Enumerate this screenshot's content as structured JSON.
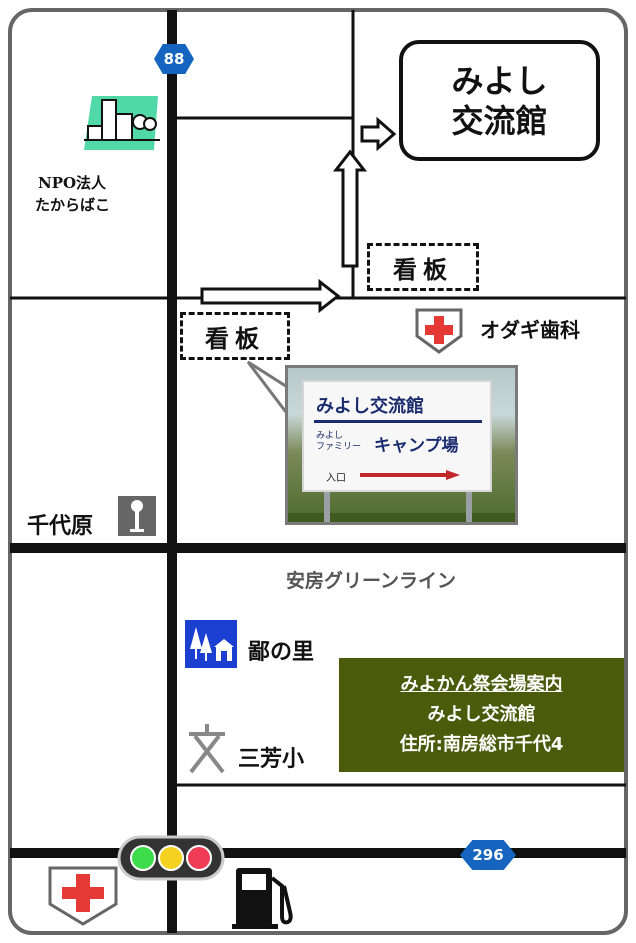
{
  "destination": {
    "line1": "みよし",
    "line2": "交流館"
  },
  "route_shields": {
    "north": "88",
    "south": "296"
  },
  "labels": {
    "npo_line1": "NPO法人",
    "npo_line2": "たからばこ",
    "dentist": "オダギ歯科",
    "chiyohara": "千代原",
    "green_line": "安房グリーンライン",
    "sato": "鄙の里",
    "school": "三芳小"
  },
  "signboards": {
    "left": "看板",
    "right": "看板"
  },
  "sign_photo": {
    "title": "みよし交流館",
    "sub_small_1": "みよし",
    "sub_small_2": "ファミリー",
    "sub_main": "キャンプ場",
    "entrance": "入口"
  },
  "info_box": {
    "line1": "みよかん祭会場案内",
    "line2": "みよし交流館",
    "line3": "住所:南房総市千代4"
  },
  "icons": [
    "office-building-icon",
    "hospital-cross-icon",
    "bus-stop-icon",
    "rest-area-icon",
    "school-icon",
    "traffic-light-icon",
    "gas-station-icon"
  ],
  "colors": {
    "road": "#111111",
    "route_shield": "#1565c0",
    "info_box": "#4b5a0b",
    "hospital_cross": "#e53935",
    "frame": "#666666"
  }
}
